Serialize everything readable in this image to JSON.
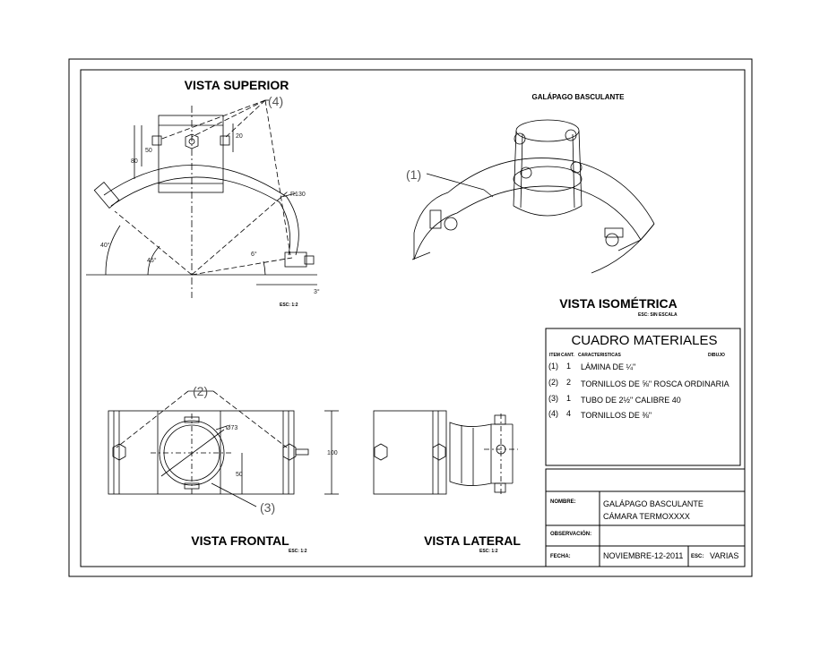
{
  "views": {
    "top": {
      "title": "VISTA SUPERIOR",
      "scale": "ESC: 1:2"
    },
    "iso": {
      "subtitle": "GALÁPAGO BASCULANTE",
      "title": "VISTA ISOMÉTRICA",
      "scale": "ESC: SIN ESCALA"
    },
    "front": {
      "title": "VISTA FRONTAL",
      "scale": "ESC: 1:2"
    },
    "side": {
      "title": "VISTA LATERAL",
      "scale": "ESC: 1:2"
    }
  },
  "callouts": {
    "c1": "(1)",
    "c2": "(2)",
    "c3": "(3)",
    "c4": "(4)"
  },
  "dimensions": {
    "d50a": "50",
    "d80": "80",
    "d20": "20",
    "r130": "R130",
    "a40": "40°",
    "a45": "45°",
    "a6": "6°",
    "a3": "3°",
    "d73": "Ø73",
    "d50b": "50",
    "d100": "100"
  },
  "materials": {
    "title": "CUADRO MATERIALES",
    "col_item": "ITEM",
    "col_qty": "CANT.",
    "col_char": "CARACTERISTICAS",
    "col_draw": "DIBUJO",
    "rows": [
      {
        "item": "(1)",
        "qty": "1",
        "desc": "LÁMINA DE ¼\""
      },
      {
        "item": "(2)",
        "qty": "2",
        "desc": "TORNILLOS DE ⅝\" ROSCA ORDINARIA"
      },
      {
        "item": "(3)",
        "qty": "1",
        "desc": "TUBO DE 2½\" CALIBRE 40"
      },
      {
        "item": "(4)",
        "qty": "4",
        "desc": "TORNILLOS DE ⅜\""
      }
    ]
  },
  "titleblock": {
    "name_label": "NOMBRE:",
    "name_line1": "GALÁPAGO BASCULANTE",
    "name_line2": "CÁMARA TERMOXXXX",
    "obs_label": "OBSERVACIÓN:",
    "date_label": "FECHA:",
    "date_value": "NOVIEMBRE-12-2011",
    "scale_label": "ESC:",
    "scale_value": "VARIAS"
  }
}
